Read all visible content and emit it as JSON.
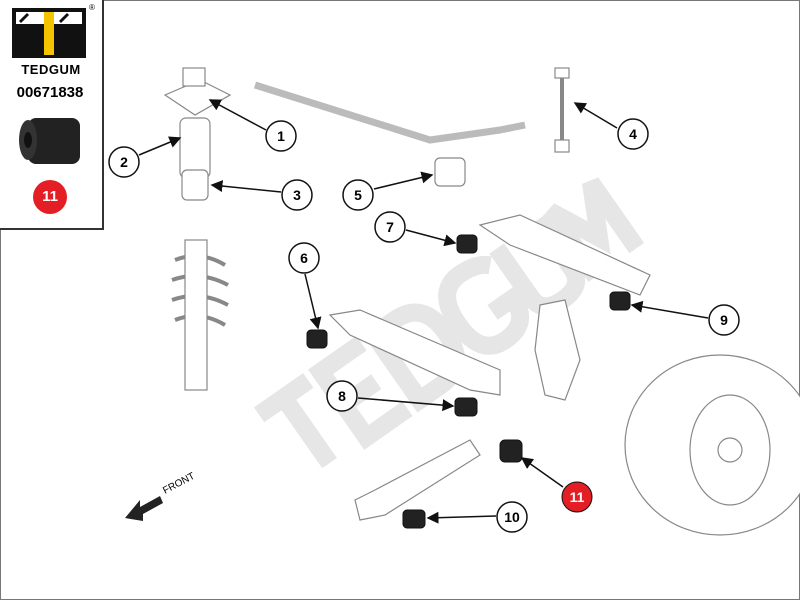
{
  "brand": {
    "name": "TEDGUM",
    "registered": "®",
    "part_number": "00671838",
    "highlight_callout": "11",
    "accent": "#e31e24",
    "logo_yellow": "#f5c400"
  },
  "watermark": "TEDGUM",
  "callouts": [
    "1",
    "2",
    "3",
    "4",
    "5",
    "6",
    "7",
    "8",
    "9",
    "10",
    "11"
  ],
  "direction_label": "FRONT"
}
